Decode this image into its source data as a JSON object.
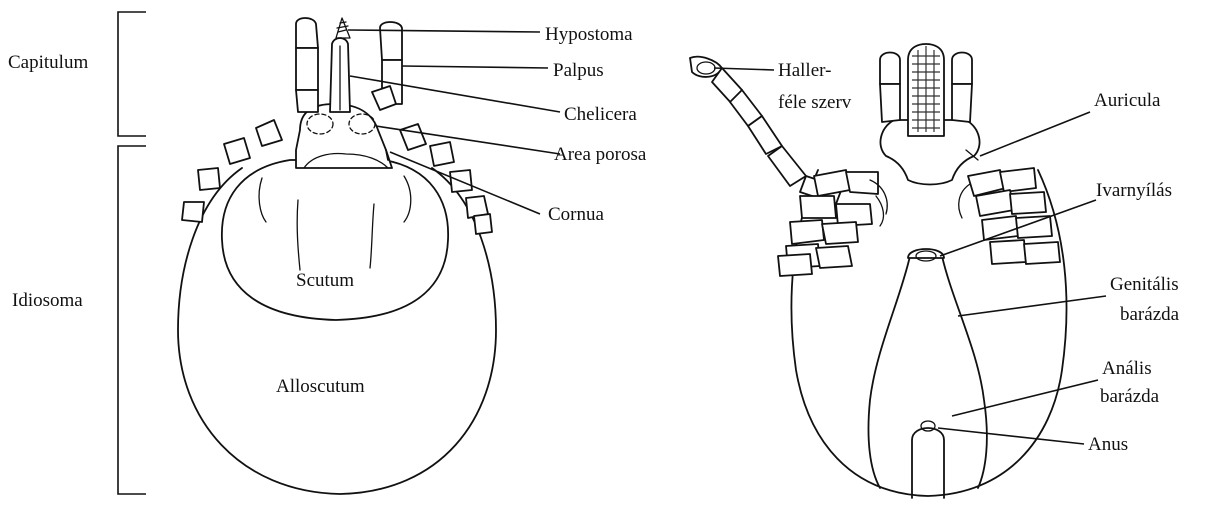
{
  "dorsal": {
    "regions": {
      "capitulum": "Capitulum",
      "idiosoma": "Idiosoma"
    },
    "parts": {
      "scutum": "Scutum",
      "alloscutum": "Alloscutum"
    },
    "labels": {
      "hypostoma": "Hypostoma",
      "palpus": "Palpus",
      "chelicera": "Chelicera",
      "area_porosa": "Area porosa",
      "cornua": "Cornua"
    }
  },
  "ventral": {
    "labels": {
      "haller_line1": "Haller-",
      "haller_line2": "féle szerv",
      "auricula": "Auricula",
      "ivarnyilas": "Ivarnyílás",
      "genitalis_line1": "Genitális",
      "genitalis_line2": "barázda",
      "analis_line1": "Anális",
      "analis_line2": "barázda",
      "anus": "Anus"
    }
  }
}
